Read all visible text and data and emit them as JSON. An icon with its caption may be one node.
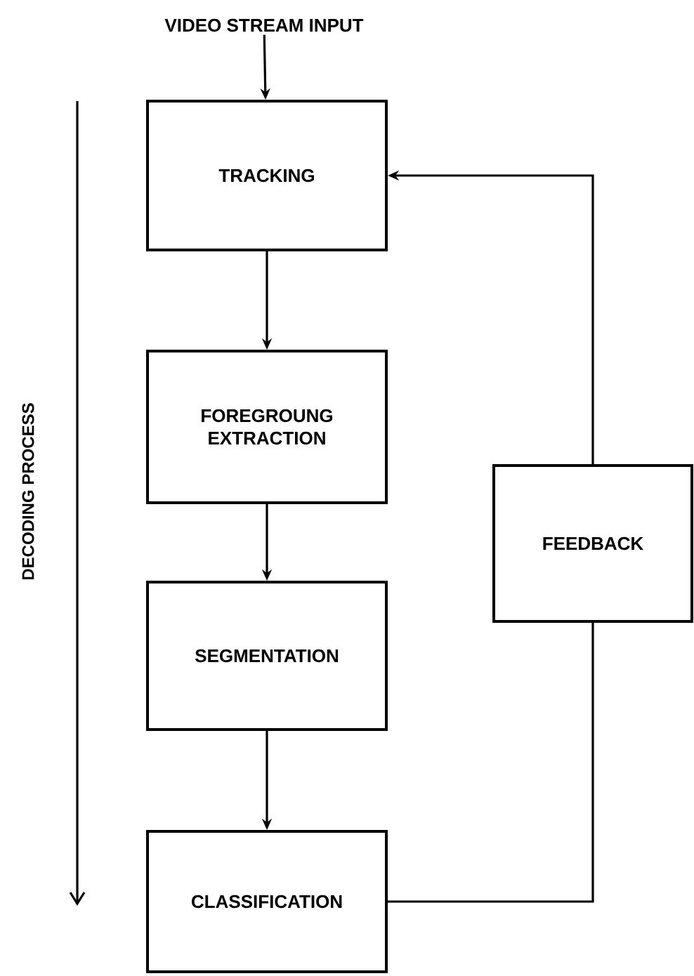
{
  "diagram": {
    "nodes": [
      {
        "text": [
          "VIDEO STREAM INPUT"
        ]
      },
      {
        "text": [
          "TRACKING"
        ]
      },
      {
        "text": [
          "FOREGROUNG EXTRACTION"
        ]
      },
      {
        "text": [
          "SEGMENTATION"
        ]
      },
      {
        "text": [
          "CLASSIFICATION"
        ]
      },
      {
        "text": [
          "FEEDBACK"
        ]
      }
    ],
    "edges": [
      {
        "from": 0,
        "to": 1,
        "arrow": "to"
      },
      {
        "from": 1,
        "to": 2,
        "arrow": "to"
      },
      {
        "from": 2,
        "to": 3,
        "arrow": "to"
      },
      {
        "from": 3,
        "to": 4,
        "arrow": "to"
      },
      {
        "from": 4,
        "to": 5,
        "arrow": "none"
      },
      {
        "from": 5,
        "to": 1,
        "arrow": "to"
      }
    ],
    "labels": [
      "DECODING PROCESS"
    ]
  }
}
